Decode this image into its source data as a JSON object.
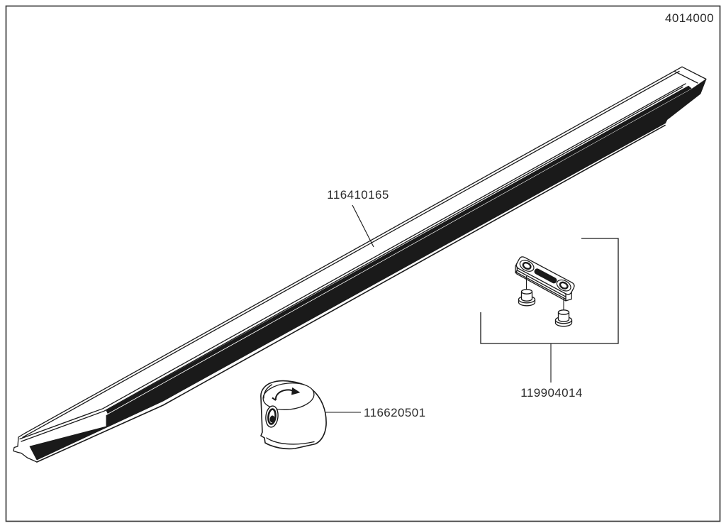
{
  "page": {
    "drawing_number": "4014000",
    "background_color": "#ffffff",
    "border_color": "#3a3a3a",
    "line_color": "#1a1a1a",
    "text_color": "#2b2b2b"
  },
  "parts": [
    {
      "id": "rail",
      "part_number": "116410165",
      "icon": "load-bar-rail-drawing"
    },
    {
      "id": "adapter-plate",
      "part_number": "119904014",
      "icon": "adapter-plate-with-rivets-drawing"
    },
    {
      "id": "lock-cap",
      "part_number": "116620501",
      "icon": "rotating-lock-cap-drawing"
    }
  ]
}
